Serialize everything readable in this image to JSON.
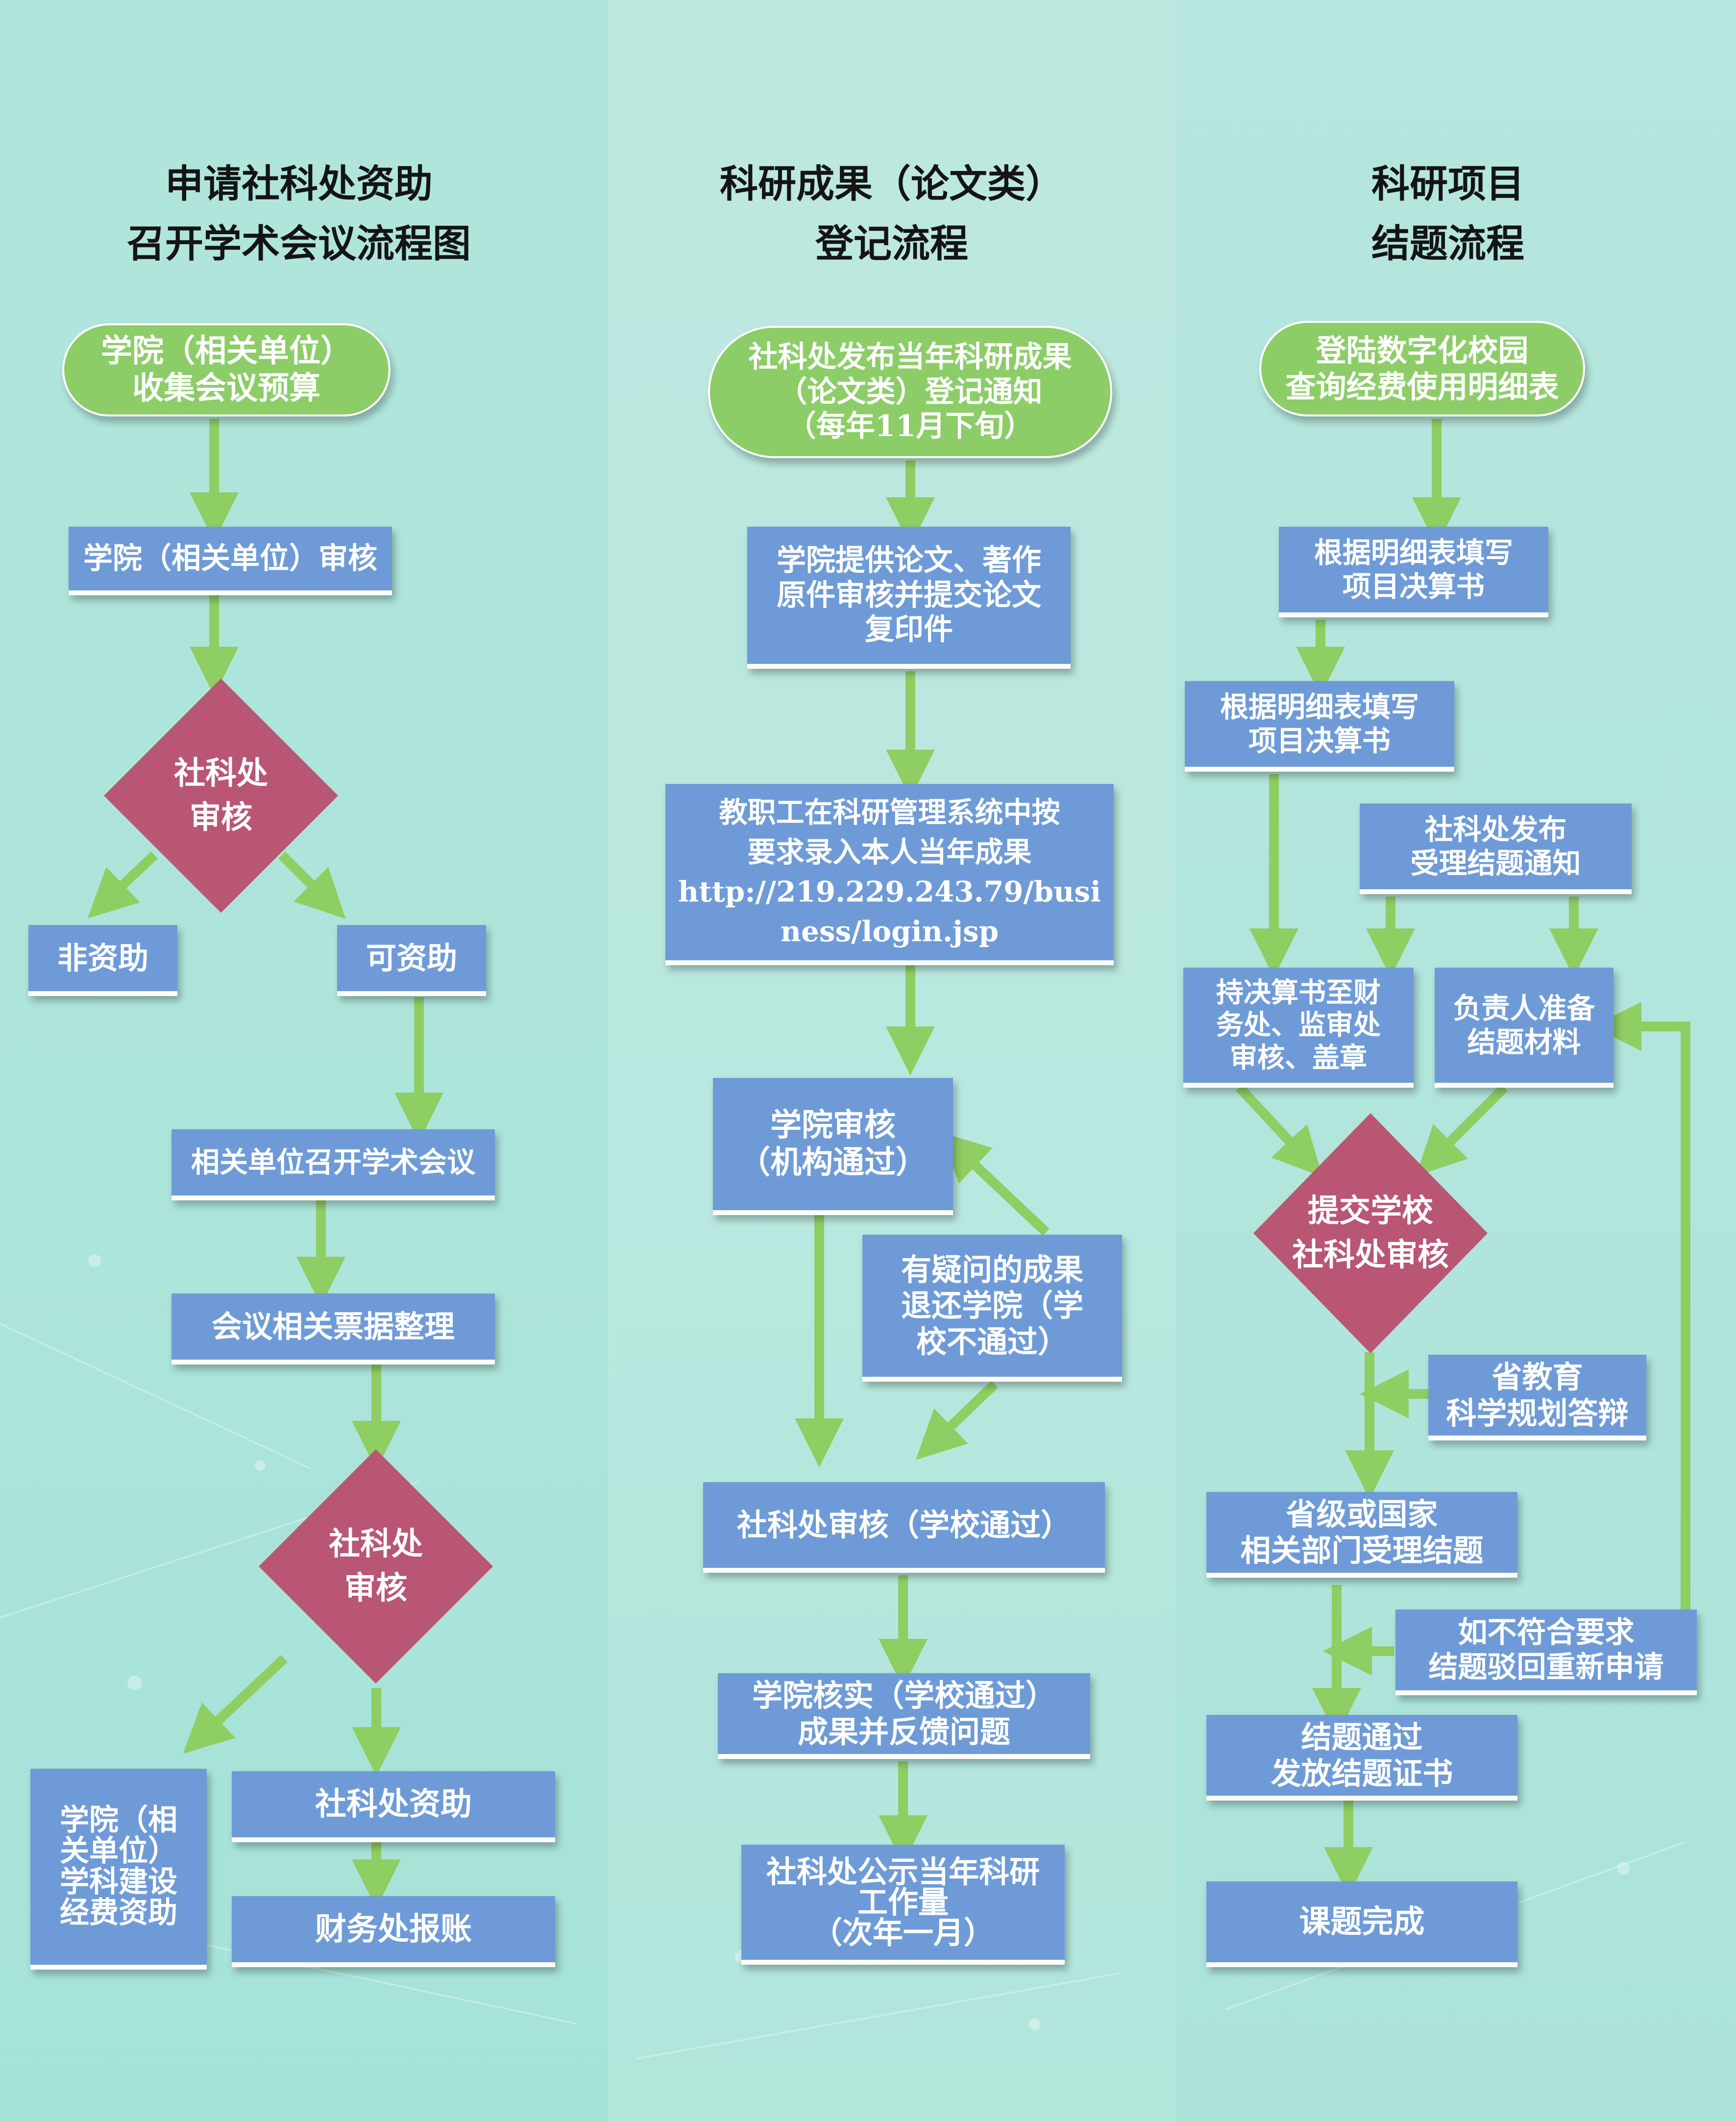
{
  "flow1": {
    "title_line1": "申请社科处资助",
    "title_line2": "召开学术会议流程图",
    "start": "学院（相关单位）\n收集会议预算",
    "college_review": "学院（相关单位）审核",
    "review1": "社科处\n审核",
    "no_fund": "非资助",
    "fundable": "可资助",
    "hold_meeting": "相关单位召开学术会议",
    "receipts": "会议相关票据整理",
    "review2": "社科处\n审核",
    "college_fund": "学院（相\n关单位）\n学科建设\n经费资助",
    "sk_fund": "社科处资助",
    "reimburse": "财务处报账"
  },
  "flow2": {
    "title_line1": "科研成果（论文类）",
    "title_line2": "登记流程",
    "start": "社科处发布当年科研成果\n（论文类）登记通知\n（每年11月下旬）",
    "submit": "学院提供论文、著作\n原件审核并提交论文\n复印件",
    "enter": "教职工在科研管理系统中按\n要求录入本人当年成果\nhttp://219.229.243.79/busi\nness/login.jsp",
    "college_review": "学院审核\n（机构通过）",
    "returned": "有疑问的成果\n退还学院（学\n校不通过）",
    "sk_review": "社科处审核（学校通过）",
    "college_verify": "学院核实（学校通过）\n成果并反馈问题",
    "publish": "社科处公示当年科研\n工作量\n（次年一月）"
  },
  "flow3": {
    "title_line1": "科研项目",
    "title_line2": "结题流程",
    "start": "登陆数字化校园\n查询经费使用明细表",
    "fill1": "根据明细表填写\n项目决算书",
    "fill2": "根据明细表填写\n项目决算书",
    "notice": "社科处发布\n受理结题通知",
    "finance": "持决算书至财\n务处、监审处\n审核、盖章",
    "prepare": "负责人准备\n结题材料",
    "submit": "提交学校\n社科处审核",
    "defense": "省教育\n科学规划答辩",
    "accept": "省级或国家\n相关部门受理结题",
    "reject": "如不符合要求\n结题驳回重新申请",
    "pass": "结题通过\n发放结题证书",
    "done": "课题完成"
  },
  "colors": {
    "rect_fill": "#6e9bd7",
    "pill_fill": "#8ccd68",
    "diamond_fill": "#b85673",
    "arrow": "#8fce62",
    "background": "#b6e6dd"
  }
}
